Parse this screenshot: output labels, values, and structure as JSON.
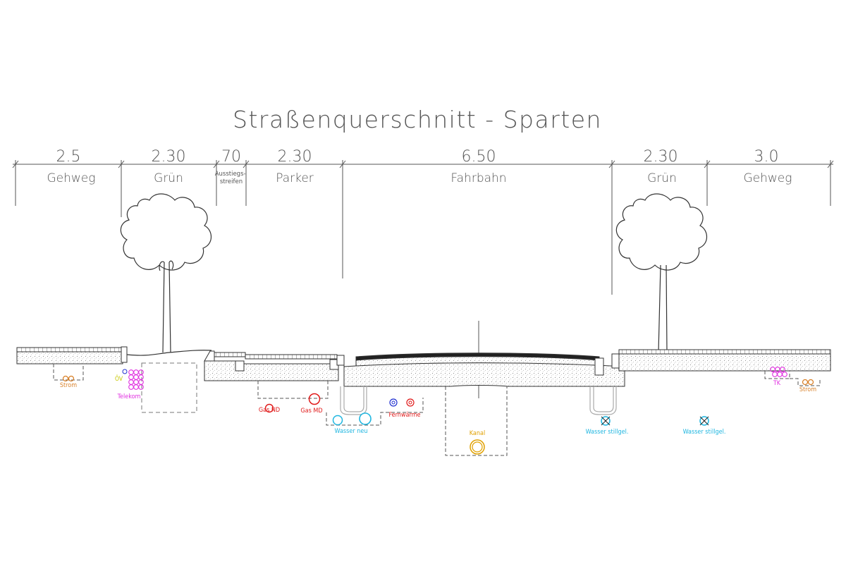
{
  "title": "Straßenquerschnitt - Sparten",
  "sections": [
    {
      "dim": "2.5",
      "name": "Gehweg"
    },
    {
      "dim": "2.30",
      "name": "Grün"
    },
    {
      "dim": "70",
      "name": "Ausstiegs-\nstreifen"
    },
    {
      "dim": "2.30",
      "name": "Parker"
    },
    {
      "dim": "6.50",
      "name": "Fahrbahn"
    },
    {
      "dim": "2.30",
      "name": "Grün"
    },
    {
      "dim": "3.0",
      "name": "Gehweg"
    }
  ],
  "utilities": {
    "strom_left": "Strom",
    "oev": "ÖV",
    "telekom": "Telekom",
    "gas_nd": "Gas ND",
    "gas_md": "Gas MD",
    "wasser_neu": "Wasser neu",
    "fernwaerme": "Fernwärme",
    "kanal": "Kanal",
    "wasser_stillgel_1": "Wasser stillgel.",
    "wasser_stillgel_2": "Wasser stillgel.",
    "tk": "TK",
    "strom_right": "Strom"
  },
  "colors": {
    "line": "#333333",
    "strom": "#d9822b",
    "telekom": "#e030e0",
    "oev": "#d8d800",
    "gas": "#e01818",
    "wasser": "#1fb6e0",
    "fernwaerme_red": "#e01818",
    "fernwaerme_blue": "#2030d0",
    "kanal": "#e0a000",
    "dashed": "#555555"
  }
}
